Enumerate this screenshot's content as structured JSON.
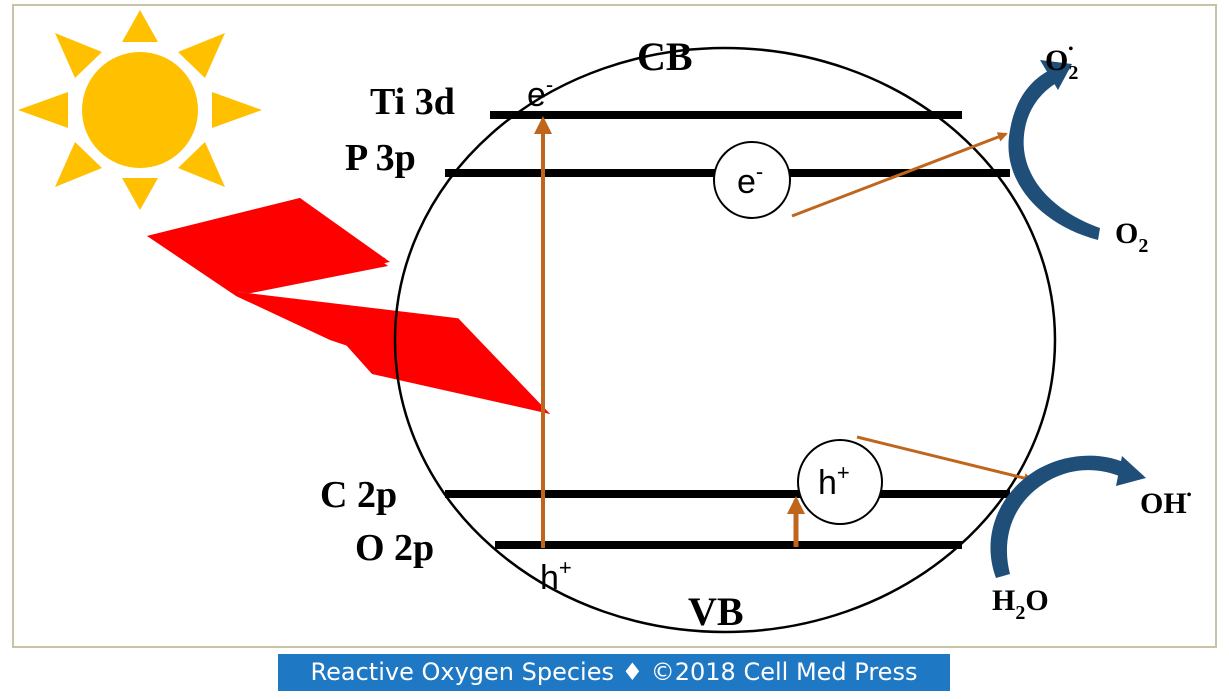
{
  "bands": {
    "ti3d": "Ti 3d",
    "p3p": "P 3p",
    "c2p": "C 2p",
    "o2p": "O 2p"
  },
  "regions": {
    "cb": "CB",
    "vb": "VB"
  },
  "carriers": {
    "electron_top": "e",
    "electron_top_sup": "-",
    "electron_circle": "e",
    "electron_circle_sup": "-",
    "hole_circle": "h",
    "hole_circle_sup": "+",
    "hole_bottom": "h",
    "hole_bottom_sup": "+"
  },
  "species": {
    "o2_radical": "O",
    "o2_radical_sub": "2",
    "o2_radical_dot": "•",
    "o2": "O",
    "o2_sub": "2",
    "oh_radical": "OH",
    "oh_radical_dot": "•",
    "h2o_h": "H",
    "h2o_sub": "2",
    "h2o_o": "O"
  },
  "colors": {
    "sun": "#ffc000",
    "lightning": "#ff0000",
    "transition_arrow": "#c0651c",
    "redox_arrow": "#1f4e79",
    "footer_bg": "#1f78c4"
  },
  "footer": "Reactive Oxygen Species ♦ ©2018 Cell Med Press"
}
